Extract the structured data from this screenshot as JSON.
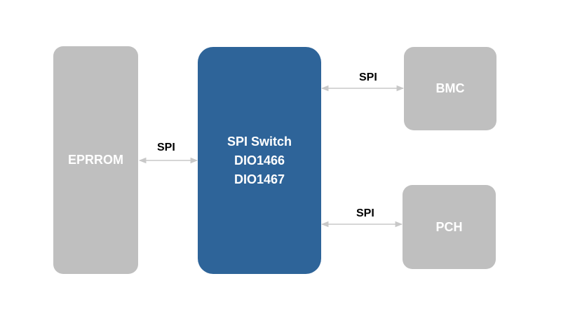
{
  "diagram": {
    "nodes": {
      "eprrom": {
        "label": "EPRROM"
      },
      "spi_switch": {
        "lines": [
          "SPI Switch",
          "DIO1466",
          "DIO1467"
        ]
      },
      "bmc": {
        "label": "BMC"
      },
      "pch": {
        "label": "PCH"
      }
    },
    "edges": [
      {
        "from": "eprrom",
        "to": "spi_switch",
        "label": "SPI",
        "bidirectional": true
      },
      {
        "from": "spi_switch",
        "to": "bmc",
        "label": "SPI",
        "bidirectional": true
      },
      {
        "from": "spi_switch",
        "to": "pch",
        "label": "SPI",
        "bidirectional": true
      }
    ],
    "colors": {
      "switch_fill": "#2e6499",
      "node_fill": "#bfbfbf",
      "arrow": "#c8c8c8"
    }
  }
}
